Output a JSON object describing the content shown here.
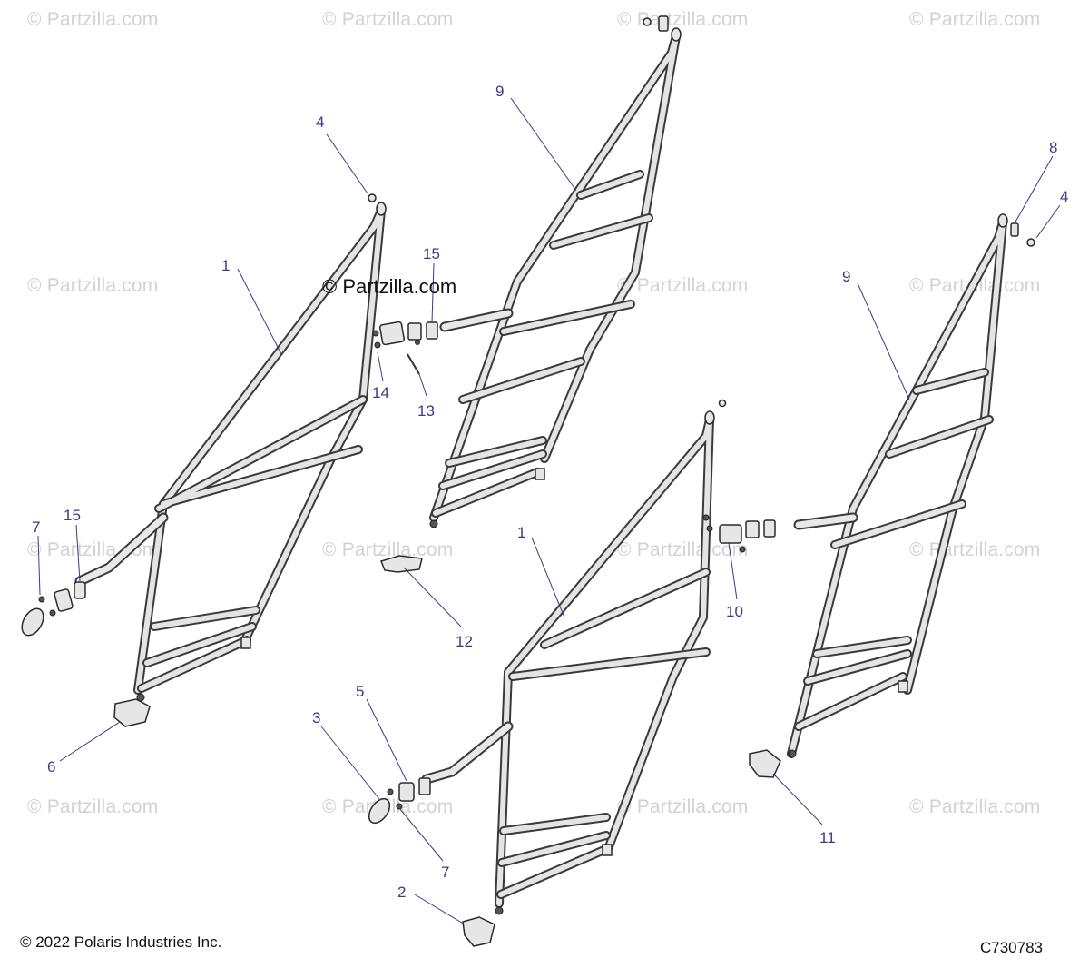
{
  "watermark_text": "© Partzilla.com",
  "center_watermark": "© Partzilla.com",
  "copyright": "© 2022 Polaris Industries Inc.",
  "diagram_ref": "C730783",
  "callouts": {
    "c1a": "1",
    "c1b": "1",
    "c2": "2",
    "c3": "3",
    "c4a": "4",
    "c4b": "4",
    "c5": "5",
    "c6": "6",
    "c7a": "7",
    "c7b": "7",
    "c8": "8",
    "c9a": "9",
    "c9b": "9",
    "c10": "10",
    "c11": "11",
    "c12": "12",
    "c13": "13",
    "c14": "14",
    "c15a": "15",
    "c15b": "15"
  }
}
